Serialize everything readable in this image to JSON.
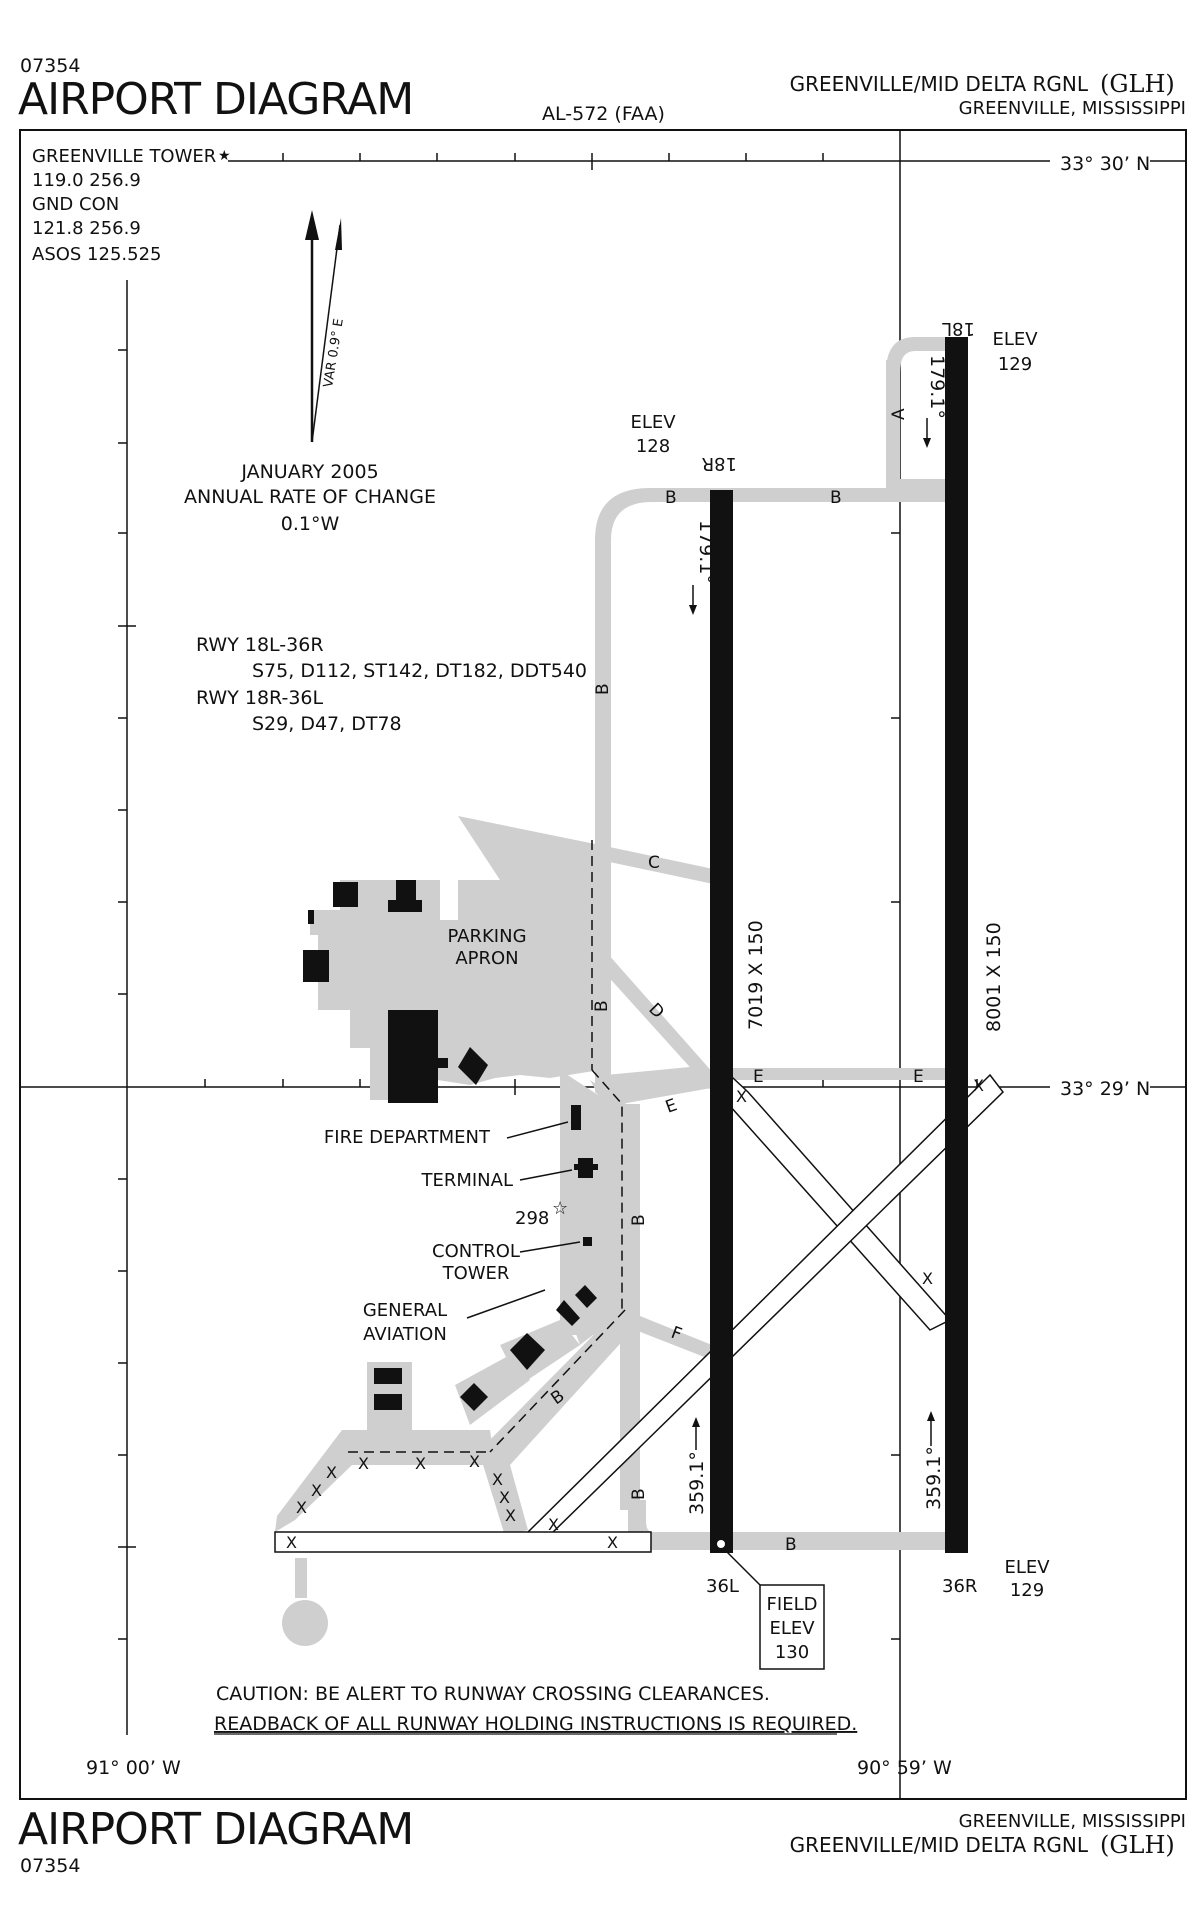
{
  "header": {
    "volume_number": "07354",
    "title": "AIRPORT DIAGRAM",
    "procedure_id": "AL-572 (FAA)",
    "airport_name": "GREENVILLE/MID DELTA RGNL",
    "airport_id": "(GLH)",
    "city_state": "GREENVILLE, MISSISSIPPI"
  },
  "footer": {
    "title": "AIRPORT DIAGRAM",
    "volume_number": "07354",
    "city_state": "GREENVILLE, MISSISSIPPI",
    "airport_name": "GREENVILLE/MID DELTA RGNL",
    "airport_id": "(GLH)"
  },
  "frequencies": {
    "tower_label": "GREENVILLE TOWER",
    "tower_star": "★",
    "tower_freq": "119.0  256.9",
    "gnd_label": "GND CON",
    "gnd_freq": "121.8  256.9",
    "asos": "ASOS  125.525"
  },
  "magnetic_variation": {
    "var_label": "VAR 0.9° E",
    "date": "JANUARY 2005",
    "rate_label": "ANNUAL RATE OF CHANGE",
    "rate_value": "0.1°W"
  },
  "runway_strength": {
    "rwy1_label": "RWY  18L-36R",
    "rwy1_values": "S75, D112, ST142, DT182, DDT540",
    "rwy2_label": "RWY  18R-36L",
    "rwy2_values": "S29, D47, DT78"
  },
  "coordinates": {
    "lat_north": "33° 30’ N",
    "lat_mid": "33° 29’ N",
    "lon_west": "91° 00’ W",
    "lon_east": "90° 59’ W"
  },
  "runways": {
    "r18r": "18R",
    "r36l": "36L",
    "r18l": "18L",
    "r36r": "36R",
    "r18r_dims": "7019 X 150",
    "r18l_dims": "8001 X 150",
    "hdg_south": "179.1°",
    "hdg_north": "359.1°"
  },
  "elevations": {
    "elev_word": "ELEV",
    "elev_18r": "128",
    "elev_18l": "129",
    "elev_36r": "129",
    "field_label_1": "FIELD",
    "field_label_2": "ELEV",
    "field_value": "130"
  },
  "taxiways": {
    "a": "A",
    "b": "B",
    "c": "C",
    "d": "D",
    "e": "E",
    "f": "F",
    "closed_mark": "X"
  },
  "facilities": {
    "parking_1": "PARKING",
    "parking_2": "APRON",
    "fire": "FIRE DEPARTMENT",
    "terminal": "TERMINAL",
    "obstacle": "298",
    "tower_1": "CONTROL",
    "tower_2": "TOWER",
    "ga_1": "GENERAL",
    "ga_2": "AVIATION"
  },
  "notes": {
    "caution": "CAUTION:  BE ALERT TO RUNWAY CROSSING CLEARANCES.",
    "readback": "READBACK OF ALL RUNWAY HOLDING INSTRUCTIONS IS REQUIRED."
  }
}
